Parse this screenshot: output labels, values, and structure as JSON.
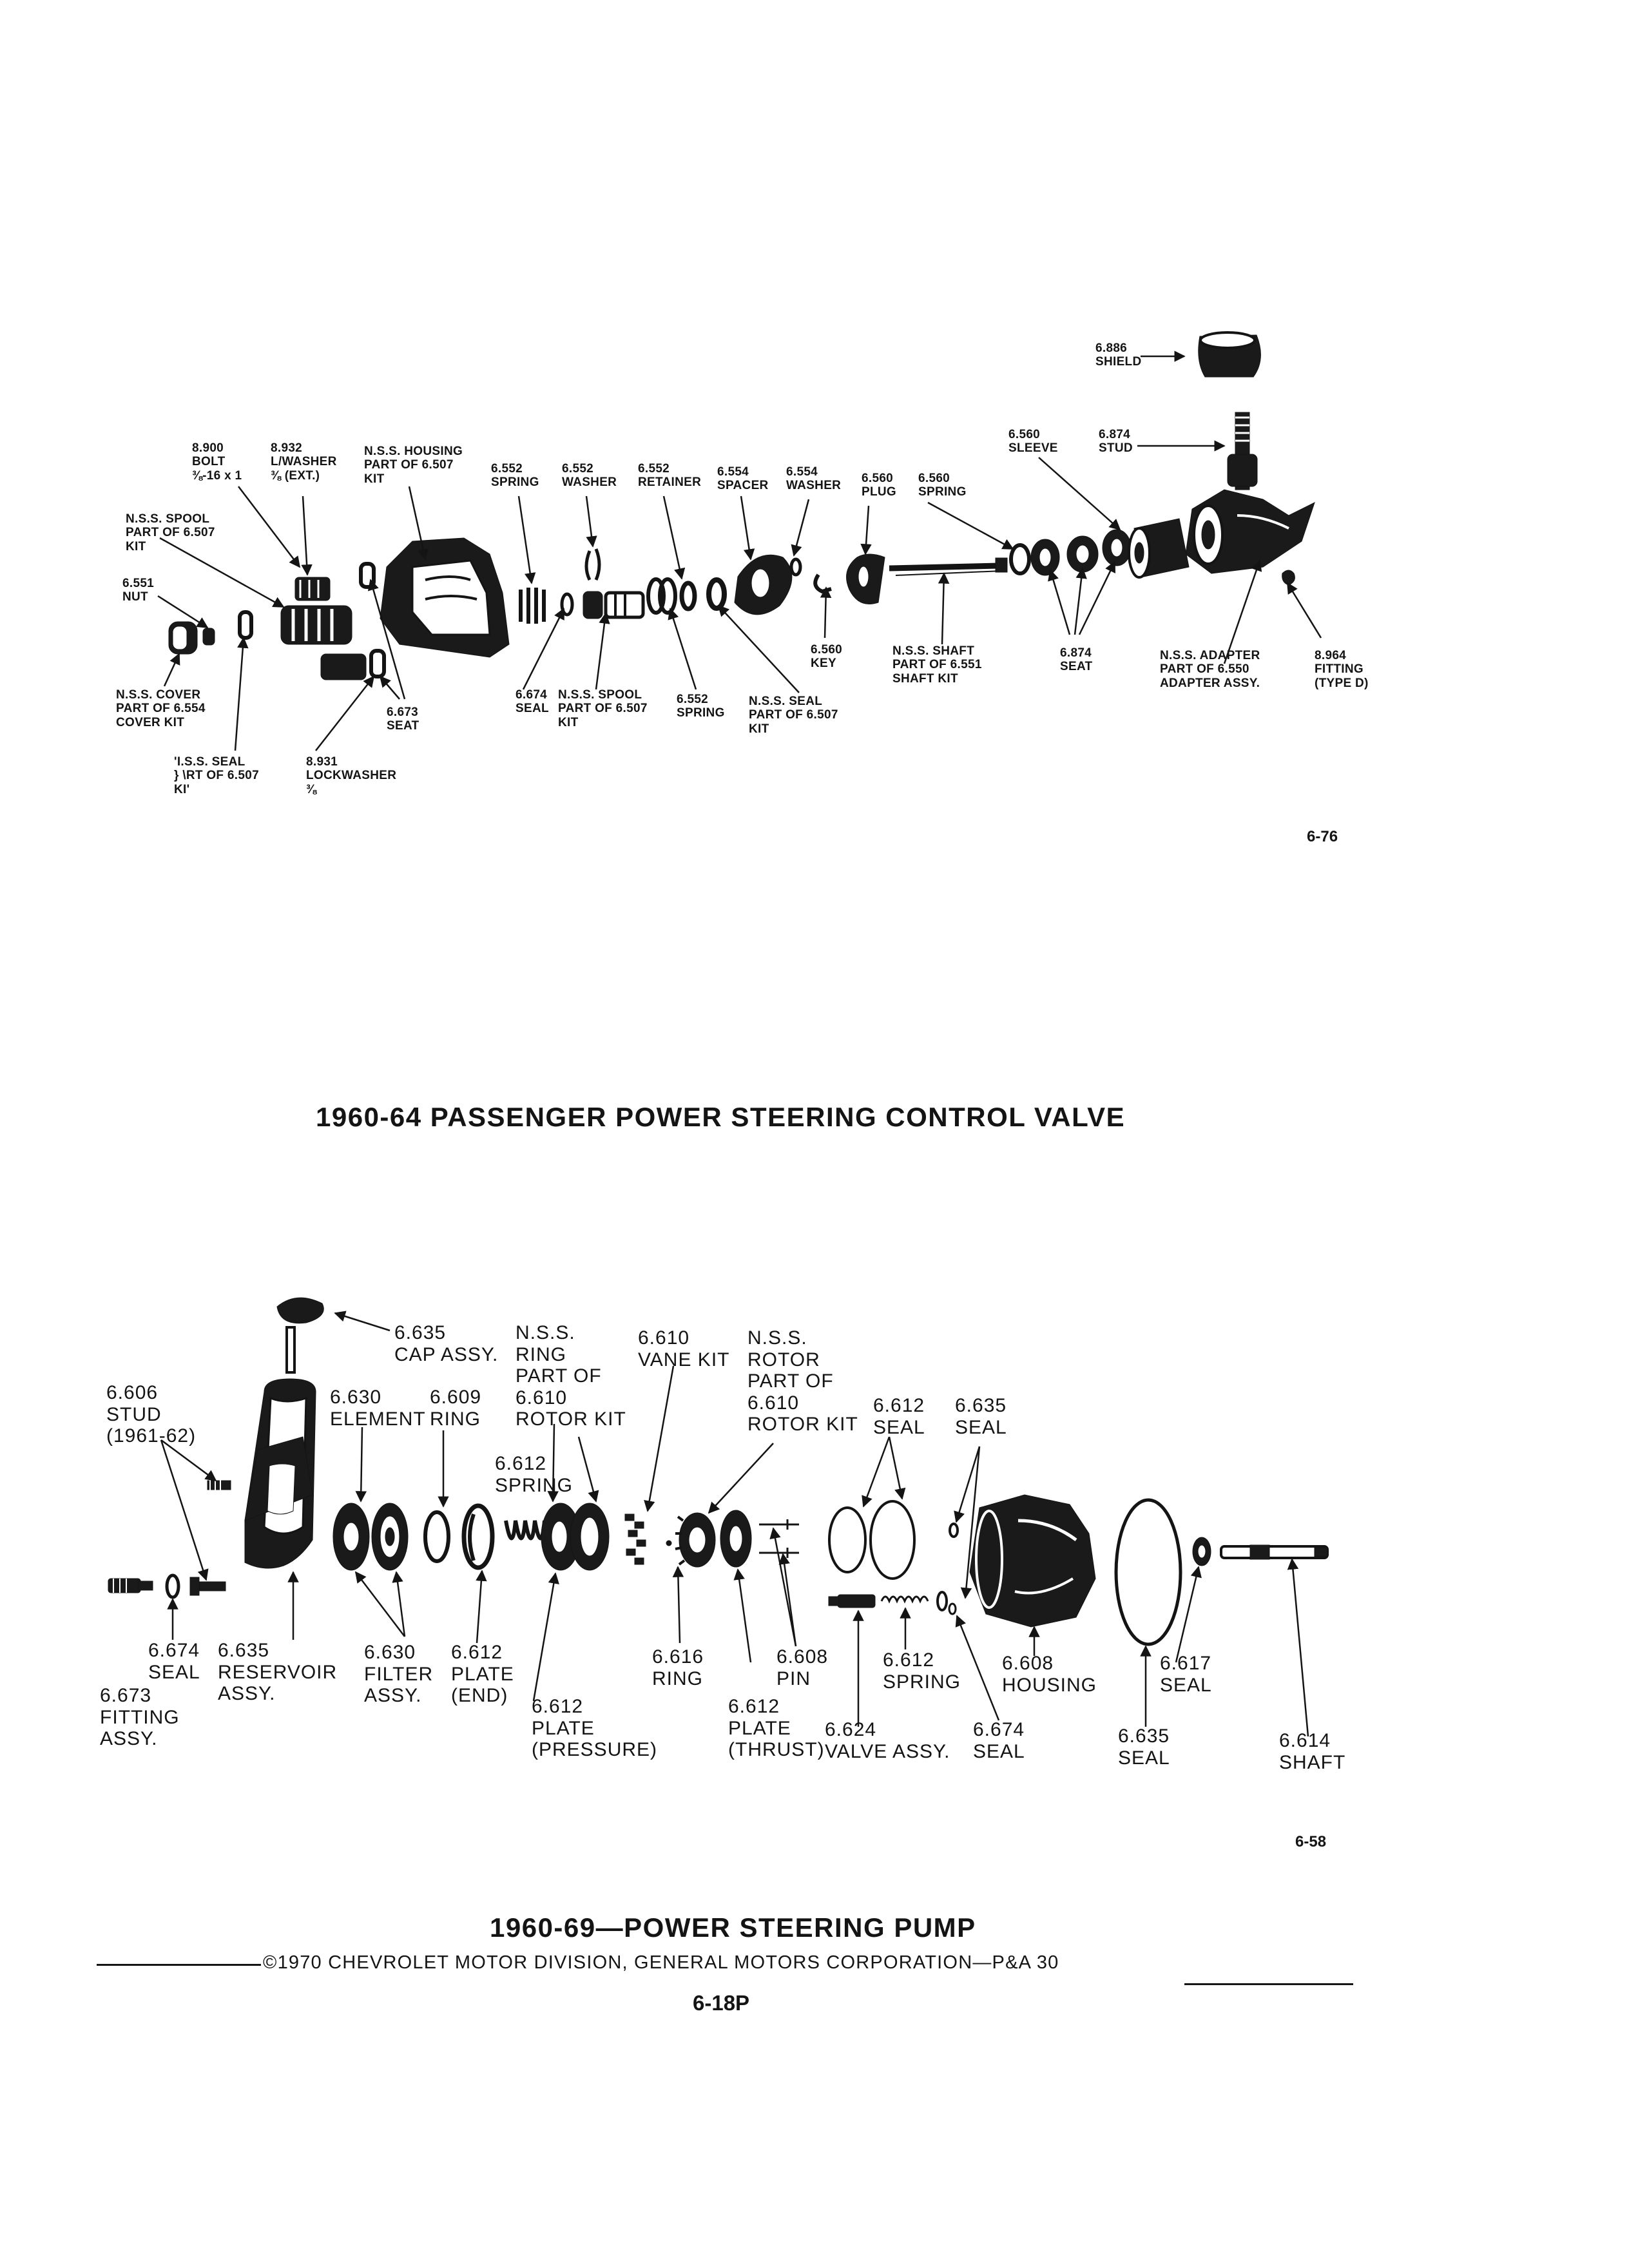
{
  "valve": {
    "title": "1960-64 PASSENGER POWER STEERING CONTROL VALVE",
    "figure": "6-76",
    "labels": {
      "shield_886": "6.886\nSHIELD",
      "sleeve_560": "6.560\nSLEEVE",
      "stud_874": "6.874\nSTUD",
      "bolt_900": "8.900\nBOLT\n⅜-16 x 1",
      "lwasher_932": "8.932\nL/WASHER\n⅜ (EXT.)",
      "housing_nss": "N.S.S. HOUSING\nPART OF 6.507\nKIT",
      "spring_552": "6.552\nSPRING",
      "washer_552": "6.552\nWASHER",
      "retainer_552": "6.552\nRETAINER",
      "spacer_554": "6.554\nSPACER",
      "washer_554": "6.554\nWASHER",
      "plug_560": "6.560\nPLUG",
      "spring_560": "6.560\nSPRING",
      "spool_nss_left": "N.S.S. SPOOL\nPART OF 6.507\nKIT",
      "nut_551": "6.551\nNUT",
      "key_560": "6.560\nKEY",
      "shaft_nss": "N.S.S. SHAFT\nPART OF 6.551\nSHAFT KIT",
      "seat_874": "6.874\nSEAT",
      "adapter_nss": "N.S.S. ADAPTER\nPART OF 6.550\nADAPTER ASSY.",
      "fitting_964": "8.964\nFITTING\n(TYPE D)",
      "cover_nss": "N.S.S. COVER\nPART OF 6.554\nCOVER KIT",
      "seat_673": "6.673\nSEAT",
      "seal_674": "6.674\nSEAL",
      "spool_nss_mid": "N.S.S. SPOOL\nPART OF 6.507\nKIT",
      "spring_552b": "6.552\nSPRING",
      "seal_nss_right": "N.S.S. SEAL\nPART OF 6.507\nKIT",
      "seal_nss_left": "'I.S.S. SEAL\n} \\RT OF 6.507\nKI'",
      "lockwasher_931": "8.931\nLOCKWASHER\n⅜"
    }
  },
  "pump": {
    "title": "1960-69—POWER STEERING PUMP",
    "figure": "6-58",
    "labels": {
      "cap_635": "6.635\nCAP ASSY.",
      "ring_nss": "N.S.S.\nRING\nPART OF\n6.610\nROTOR KIT",
      "vane_610": "6.610\nVANE KIT",
      "rotor_nss": "N.S.S.\nROTOR\nPART OF\n6.610\nROTOR KIT",
      "stud_606": "6.606\nSTUD\n(1961-62)",
      "element_630": "6.630\nELEMENT",
      "ring_609": "6.609\nRING",
      "seal_612": "6.612\nSEAL",
      "seal_635_top": "6.635\nSEAL",
      "spring_612_top": "6.612\nSPRING",
      "seal_674": "6.674\nSEAL",
      "reservoir_635": "6.635\nRESERVOIR\nASSY.",
      "filter_630": "6.630\nFILTER\nASSY.",
      "plate_end_612": "6.612\nPLATE\n(END)",
      "ring_616": "6.616\nRING",
      "pin_608": "6.608\nPIN",
      "spring_612_bot": "6.612\nSPRING",
      "housing_608": "6.608\nHOUSING",
      "seal_617": "6.617\nSEAL",
      "fitting_673": "6.673\nFITTING\nASSY.",
      "plate_pressure_612": "6.612\nPLATE\n(PRESSURE)",
      "plate_thrust_612": "6.612\nPLATE\n(THRUST)",
      "valve_624": "6.624\nVALVE ASSY.",
      "seal_674b": "6.674\nSEAL",
      "seal_635_bot": "6.635\nSEAL",
      "shaft_614": "6.614\nSHAFT"
    }
  },
  "footer": {
    "copyright": "©1970 CHEVROLET MOTOR DIVISION, GENERAL MOTORS CORPORATION—P&A 30",
    "page": "6-18P"
  }
}
